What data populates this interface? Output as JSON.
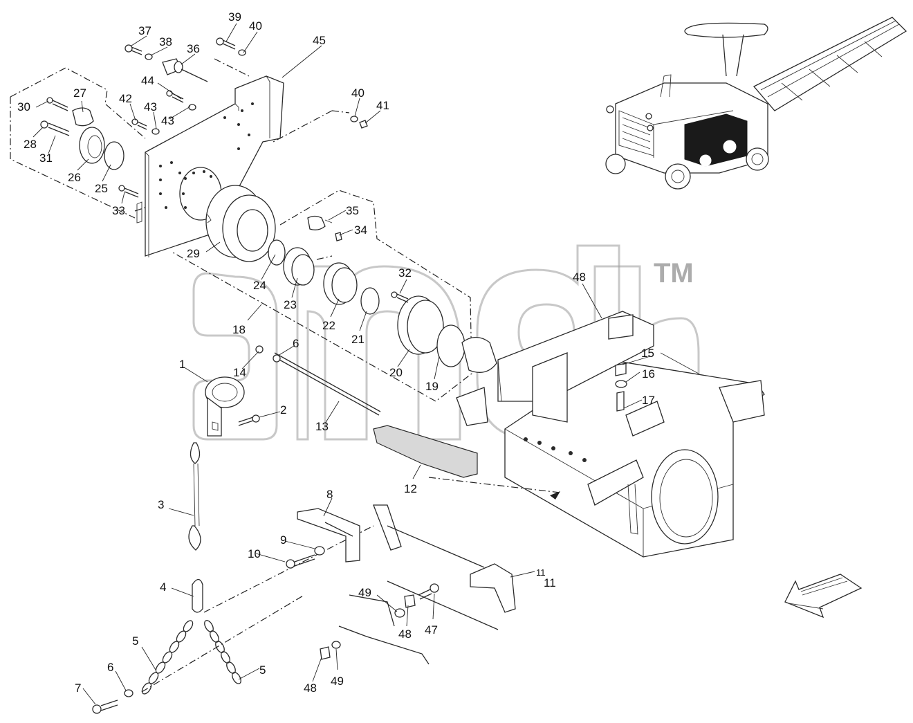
{
  "watermark": {
    "trademark": "TM"
  },
  "callouts": [
    {
      "id": "c39",
      "text": "39"
    },
    {
      "id": "c40a",
      "text": "40"
    },
    {
      "id": "c37",
      "text": "37"
    },
    {
      "id": "c38",
      "text": "38"
    },
    {
      "id": "c36",
      "text": "36"
    },
    {
      "id": "c45",
      "text": "45"
    },
    {
      "id": "c44",
      "text": "44"
    },
    {
      "id": "c27",
      "text": "27"
    },
    {
      "id": "c30",
      "text": "30"
    },
    {
      "id": "c42",
      "text": "42"
    },
    {
      "id": "c43a",
      "text": "43"
    },
    {
      "id": "c43b",
      "text": "43"
    },
    {
      "id": "c40b",
      "text": "40"
    },
    {
      "id": "c41",
      "text": "41"
    },
    {
      "id": "c28",
      "text": "28"
    },
    {
      "id": "c31",
      "text": "31"
    },
    {
      "id": "c26",
      "text": "26"
    },
    {
      "id": "c25",
      "text": "25"
    },
    {
      "id": "c33",
      "text": "33"
    },
    {
      "id": "c35",
      "text": "35"
    },
    {
      "id": "c34",
      "text": "34"
    },
    {
      "id": "c29",
      "text": "29"
    },
    {
      "id": "c32",
      "text": "32"
    },
    {
      "id": "c24",
      "text": "24"
    },
    {
      "id": "c23",
      "text": "23"
    },
    {
      "id": "c18",
      "text": "18"
    },
    {
      "id": "c22",
      "text": "22"
    },
    {
      "id": "c21",
      "text": "21"
    },
    {
      "id": "c48a",
      "text": "48"
    },
    {
      "id": "c6a",
      "text": "6"
    },
    {
      "id": "c14",
      "text": "14"
    },
    {
      "id": "c1",
      "text": "1"
    },
    {
      "id": "c20",
      "text": "20"
    },
    {
      "id": "c19",
      "text": "19"
    },
    {
      "id": "c15",
      "text": "15"
    },
    {
      "id": "c16",
      "text": "16"
    },
    {
      "id": "c17",
      "text": "17"
    },
    {
      "id": "c2",
      "text": "2"
    },
    {
      "id": "c13",
      "text": "13"
    },
    {
      "id": "c12",
      "text": "12"
    },
    {
      "id": "c3",
      "text": "3"
    },
    {
      "id": "c8",
      "text": "8"
    },
    {
      "id": "c9",
      "text": "9"
    },
    {
      "id": "c10",
      "text": "10"
    },
    {
      "id": "c11a",
      "text": "11"
    },
    {
      "id": "c11b",
      "text": "11"
    },
    {
      "id": "c4",
      "text": "4"
    },
    {
      "id": "c49a",
      "text": "49"
    },
    {
      "id": "c48b",
      "text": "48"
    },
    {
      "id": "c47",
      "text": "47"
    },
    {
      "id": "c5a",
      "text": "5"
    },
    {
      "id": "c5b",
      "text": "5"
    },
    {
      "id": "c6b",
      "text": "6"
    },
    {
      "id": "c7",
      "text": "7"
    },
    {
      "id": "c48c",
      "text": "48"
    },
    {
      "id": "c49b",
      "text": "49"
    }
  ]
}
